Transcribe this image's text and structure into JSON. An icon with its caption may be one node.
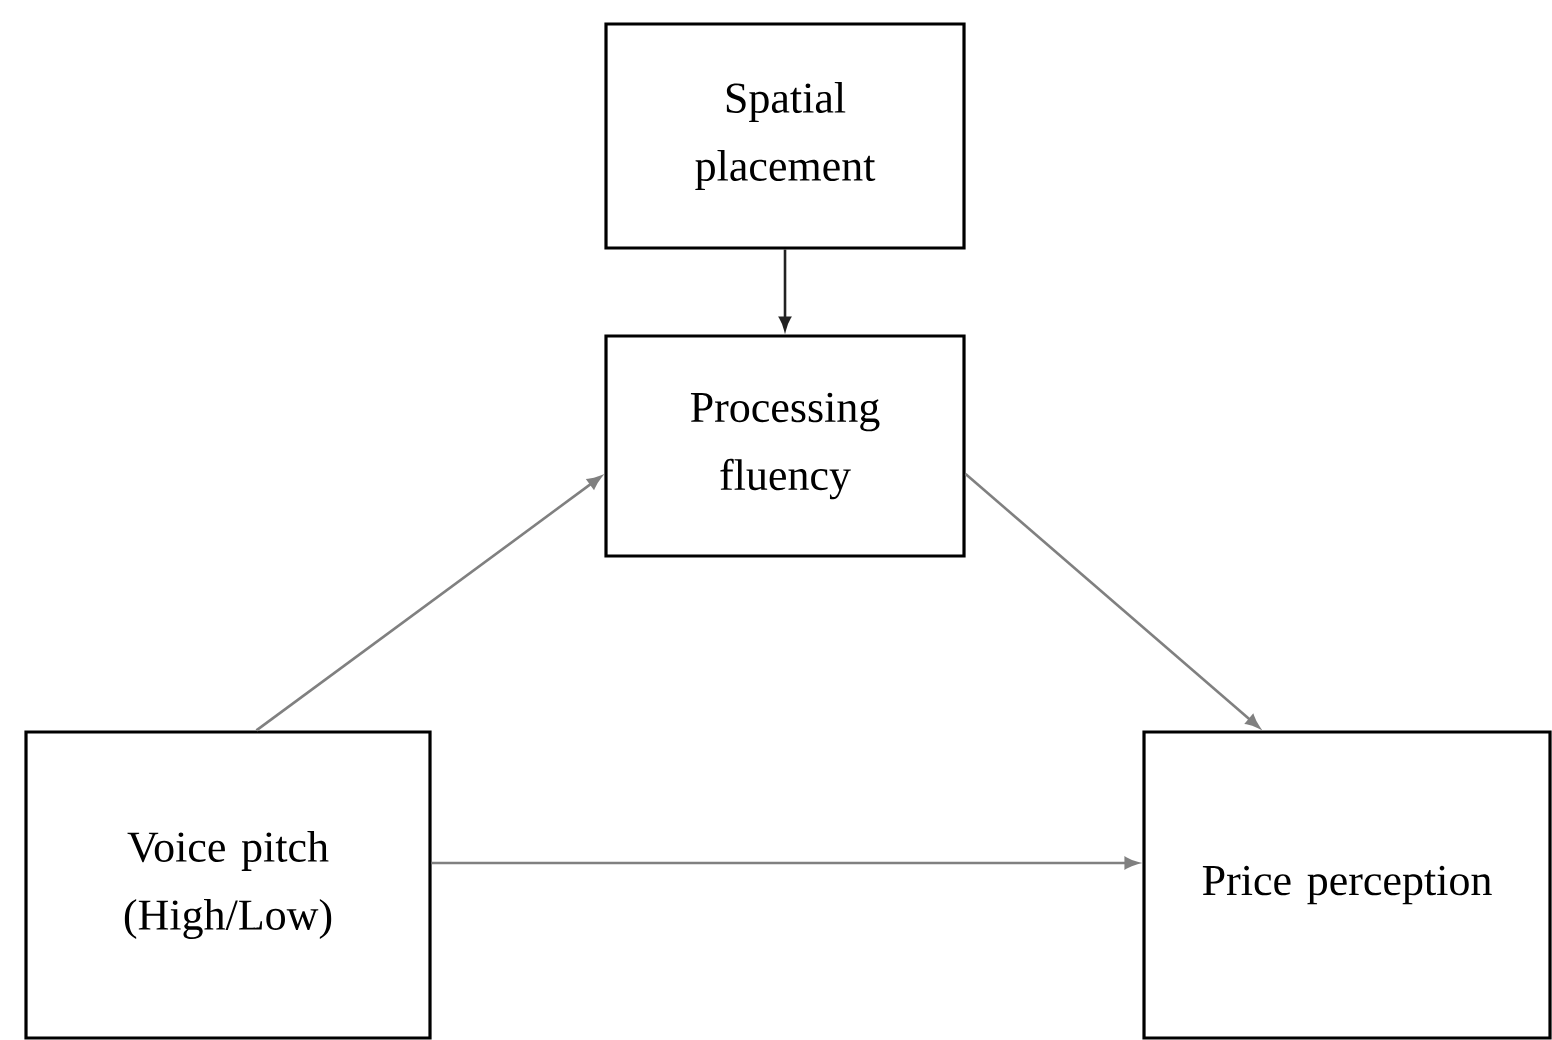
{
  "diagram": {
    "nodes": [
      {
        "text": [
          "Spatial placement"
        ]
      },
      {
        "text": [
          "Processing fluency"
        ]
      },
      {
        "text": [
          "Voice pitch (High/Low)"
        ]
      },
      {
        "text": [
          "Price perception"
        ]
      }
    ],
    "edges": [
      {
        "from": 0,
        "to": 1,
        "arrow": "to",
        "color": "#222222"
      },
      {
        "from": 2,
        "to": 1,
        "arrow": "to"
      },
      {
        "from": 1,
        "to": 3,
        "arrow": "to"
      },
      {
        "from": 2,
        "to": 3,
        "arrow": "to"
      }
    ]
  }
}
